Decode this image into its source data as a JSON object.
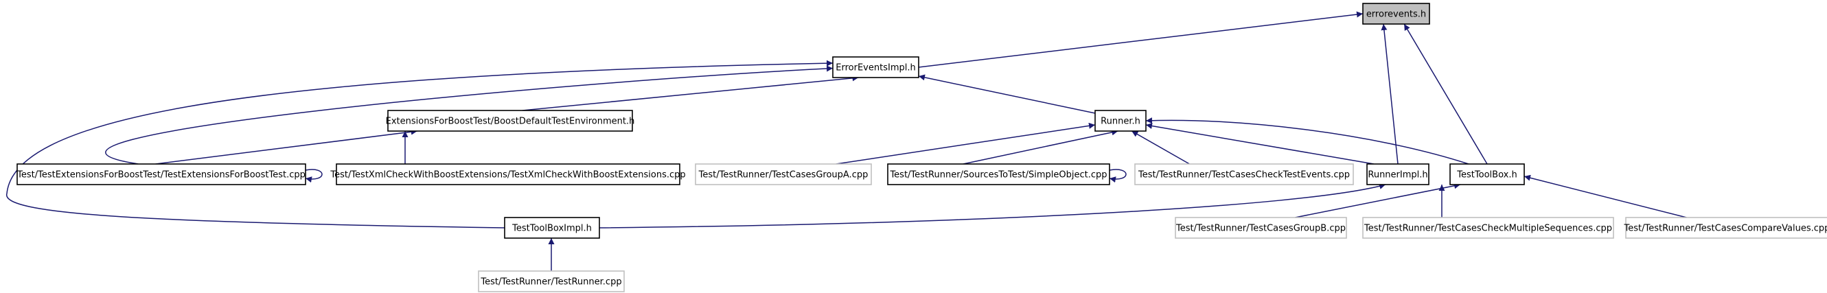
{
  "graph": {
    "nodes": [
      {
        "id": "errorevents",
        "label": "errorevents.h",
        "style": "focus"
      },
      {
        "id": "erroreventsimpl",
        "label": "ErrorEventsImpl.h",
        "style": "normal"
      },
      {
        "id": "bdte",
        "label": "ExtensionsForBoostTest/BoostDefaultTestEnvironment.h",
        "style": "normal"
      },
      {
        "id": "runner",
        "label": "Runner.h",
        "style": "normal"
      },
      {
        "id": "tefbt",
        "label": "Test/TestExtensionsForBoostTest/TestExtensionsForBoostTest.cpp",
        "style": "normal"
      },
      {
        "id": "txmlc",
        "label": "Test/TestXmlCheckWithBoostExtensions/TestXmlCheckWithBoostExtensions.cpp",
        "style": "normal"
      },
      {
        "id": "groupa",
        "label": "Test/TestRunner/TestCasesGroupA.cpp",
        "style": "muted"
      },
      {
        "id": "simpleobj",
        "label": "Test/TestRunner/SourcesToTest/SimpleObject.cpp",
        "style": "normal"
      },
      {
        "id": "checkevents",
        "label": "Test/TestRunner/TestCasesCheckTestEvents.cpp",
        "style": "muted"
      },
      {
        "id": "runnerimpl",
        "label": "RunnerImpl.h",
        "style": "normal"
      },
      {
        "id": "testtoolbox",
        "label": "TestToolBox.h",
        "style": "normal"
      },
      {
        "id": "testtoolboximpl",
        "label": "TestToolBoxImpl.h",
        "style": "normal"
      },
      {
        "id": "groupb",
        "label": "Test/TestRunner/TestCasesGroupB.cpp",
        "style": "muted"
      },
      {
        "id": "multiseq",
        "label": "Test/TestRunner/TestCasesCheckMultipleSequences.cpp",
        "style": "muted"
      },
      {
        "id": "compare",
        "label": "Test/TestRunner/TestCasesCompareValues.cpp",
        "style": "muted"
      },
      {
        "id": "testrunner",
        "label": "Test/TestRunner/TestRunner.cpp",
        "style": "muted"
      }
    ],
    "edges": [
      {
        "from": "erroreventsimpl",
        "to": "errorevents"
      },
      {
        "from": "runnerimpl",
        "to": "errorevents"
      },
      {
        "from": "testtoolbox",
        "to": "errorevents"
      },
      {
        "from": "bdte",
        "to": "erroreventsimpl"
      },
      {
        "from": "runner",
        "to": "erroreventsimpl"
      },
      {
        "from": "tefbt",
        "to": "erroreventsimpl"
      },
      {
        "from": "testtoolboximpl",
        "to": "erroreventsimpl"
      },
      {
        "from": "tefbt",
        "to": "bdte"
      },
      {
        "from": "txmlc",
        "to": "bdte"
      },
      {
        "from": "groupa",
        "to": "runner"
      },
      {
        "from": "simpleobj",
        "to": "runner"
      },
      {
        "from": "checkevents",
        "to": "runner"
      },
      {
        "from": "runnerimpl",
        "to": "runner"
      },
      {
        "from": "testtoolbox",
        "to": "runner"
      },
      {
        "from": "tefbt",
        "to": "tefbt"
      },
      {
        "from": "simpleobj",
        "to": "simpleobj"
      },
      {
        "from": "testtoolboximpl",
        "to": "runnerimpl"
      },
      {
        "from": "groupb",
        "to": "testtoolbox"
      },
      {
        "from": "multiseq",
        "to": "testtoolbox"
      },
      {
        "from": "compare",
        "to": "testtoolbox"
      },
      {
        "from": "testrunner",
        "to": "testtoolboximpl"
      }
    ]
  }
}
